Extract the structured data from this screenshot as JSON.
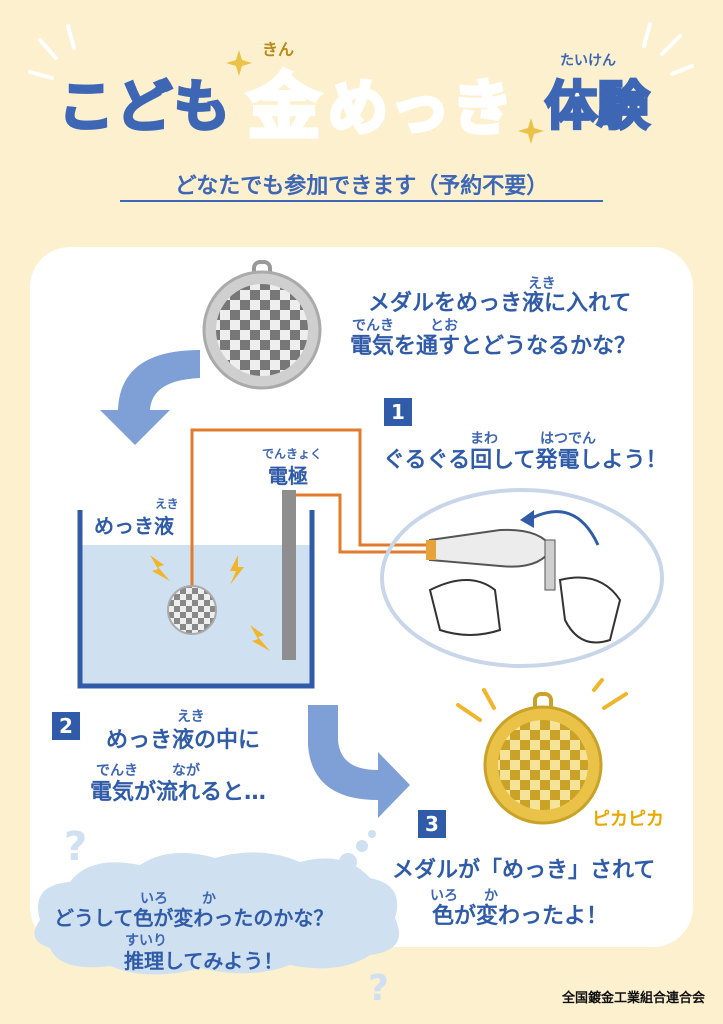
{
  "title": {
    "part1": "こども",
    "part2_kanji": "金",
    "part2_kana": "めっき",
    "part3": "体験",
    "ruby_kin": "きん",
    "ruby_taiken": "たいけん"
  },
  "subtitle": "どなたでも参加できます（予約不要）",
  "intro": {
    "line1": "メダルをめっき液に入れて",
    "line2": "電気を通すとどうなるかな？",
    "ruby_eki": "えき",
    "ruby_denki": "でんき",
    "ruby_too": "とお"
  },
  "step1": {
    "number": "1",
    "text": "ぐるぐる回して発電しよう！",
    "ruby_mawa": "まわ",
    "ruby_hatsuden": "はつでん"
  },
  "electrode": {
    "label": "電極",
    "ruby": "でんきょく"
  },
  "solution": {
    "label": "めっき液",
    "ruby": "えき"
  },
  "step2": {
    "number": "2",
    "line1": "めっき液の中に",
    "line2": "電気が流れると…",
    "ruby_eki": "えき",
    "ruby_denki": "でんき",
    "ruby_naga": "なが"
  },
  "step3": {
    "number": "3",
    "line1": "メダルが「めっき」されて",
    "line2": "色が変わったよ！",
    "ruby_iro": "いろ",
    "ruby_ka": "か"
  },
  "pikapika": "ピカピカ",
  "question": {
    "line1": "どうして色が変わったのかな？",
    "line2": "推理してみよう！",
    "ruby_iro": "いろ",
    "ruby_ka": "か",
    "ruby_suiri": "すいり"
  },
  "footer": "全国鍍金工業組合連合会",
  "colors": {
    "background": "#fdf0cf",
    "blue": "#2f5ba8",
    "gold": "#b88a1b",
    "orange": "#e27b2c",
    "solution": "#cfe0f1"
  }
}
